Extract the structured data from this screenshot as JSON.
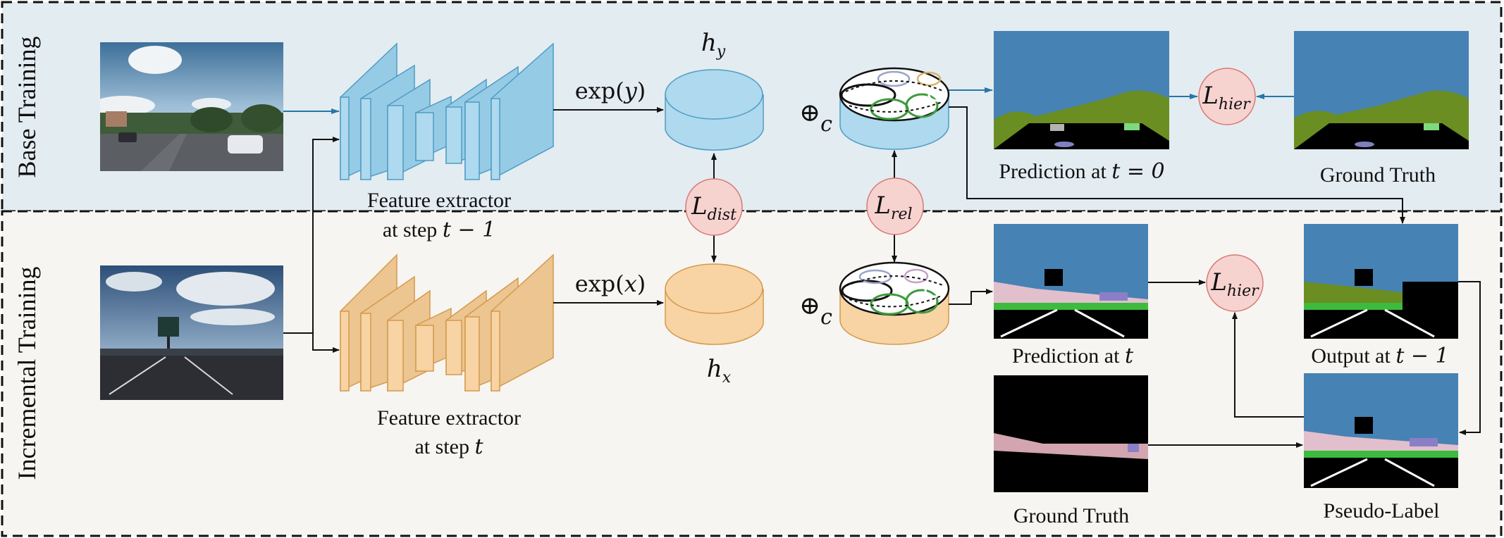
{
  "sections": {
    "base": {
      "label": "Base Training",
      "bg": "#e3ecf1"
    },
    "incremental": {
      "label": "Incremental Training",
      "bg": "#f7f5f1"
    }
  },
  "colors": {
    "blue_fill": "#aed9ee",
    "blue_stroke": "#4f9cc4",
    "orange_fill": "#f8d3a3",
    "orange_stroke": "#d39a4e",
    "loss_fill": "#f7d3d0",
    "loss_stroke": "#d77a73",
    "arrow_blue": "#2577a8",
    "arrow_black": "#111111"
  },
  "extractors": {
    "top": {
      "line1": "Feature extractor",
      "line2_prefix": "at step ",
      "line2_math": "t − 1"
    },
    "bottom": {
      "line1": "Feature extractor",
      "line2_prefix": "at step ",
      "line2_math": "t"
    }
  },
  "exp": {
    "top": {
      "fn": "exp(",
      "var": "y",
      "close": ")"
    },
    "bottom": {
      "fn": "exp(",
      "var": "x",
      "close": ")"
    }
  },
  "hyper": {
    "top": {
      "base": "h",
      "sub": "y"
    },
    "bottom": {
      "base": "h",
      "sub": "x"
    }
  },
  "concat": {
    "symbol": "⊕",
    "sub": "c"
  },
  "losses": {
    "dist": {
      "base": "L",
      "sub": "dist"
    },
    "rel": {
      "base": "L",
      "sub": "rel"
    },
    "hier_top": {
      "base": "L",
      "sub": "hier"
    },
    "hier_bottom": {
      "base": "L",
      "sub": "hier"
    }
  },
  "captions": {
    "pred_t0": {
      "prefix": "Prediction at ",
      "math": "t = 0"
    },
    "gt_top": "Ground Truth",
    "pred_t": {
      "prefix": "Prediction at ",
      "math": "t"
    },
    "output_t1": {
      "prefix": "Output at ",
      "math": "t − 1"
    },
    "gt_bottom": "Ground Truth",
    "pseudo": "Pseudo-Label"
  },
  "images": {
    "photo_top": "street-scene-photo",
    "photo_bottom": "highway-scene-photo",
    "seg_top_pred": "segmentation-map",
    "seg_top_gt": "segmentation-map",
    "seg_bottom_pred": "segmentation-map",
    "seg_bottom_gt": "partial-segmentation-map",
    "seg_bottom_out": "segmentation-map",
    "seg_bottom_pseudo": "segmentation-map"
  }
}
